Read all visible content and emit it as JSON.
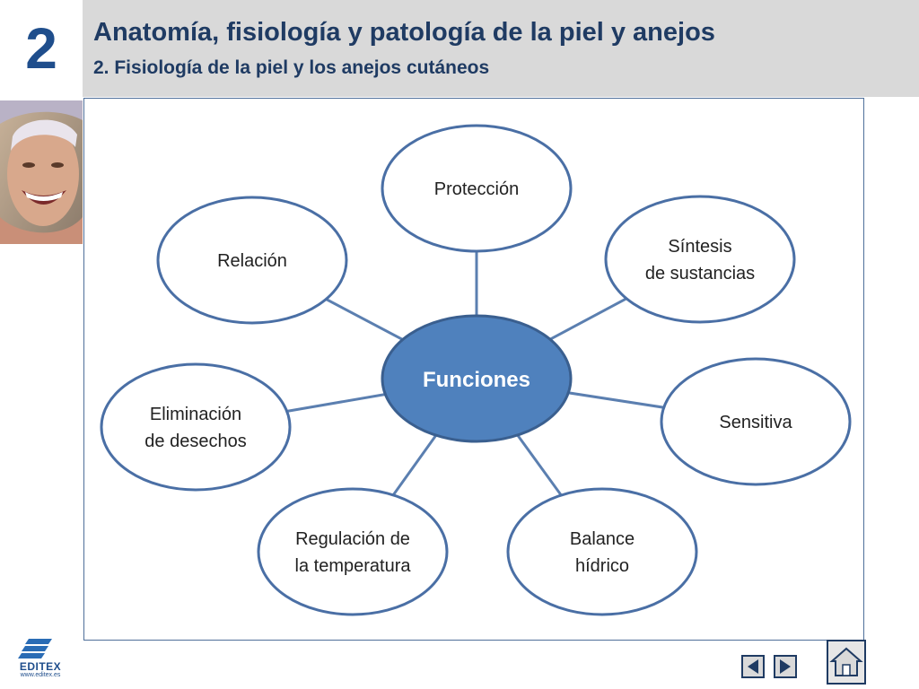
{
  "header": {
    "chapter_number": "2",
    "title": "Anatomía, fisiología y patología de la piel y anejos",
    "subtitle": "2. Fisiología de la piel y los anejos cutáneos"
  },
  "diagram": {
    "center": "Funciones",
    "nodes": [
      {
        "id": "proteccion",
        "lines": [
          "Protección"
        ]
      },
      {
        "id": "sintesis",
        "lines": [
          "Síntesis",
          "de sustancias"
        ]
      },
      {
        "id": "sensitiva",
        "lines": [
          "Sensitiva"
        ]
      },
      {
        "id": "balance",
        "lines": [
          "Balance",
          "hídrico"
        ]
      },
      {
        "id": "regulacion",
        "lines": [
          "Regulación de",
          "la temperatura"
        ]
      },
      {
        "id": "eliminacion",
        "lines": [
          "Eliminación",
          "de desechos"
        ]
      },
      {
        "id": "relacion",
        "lines": [
          "Relación"
        ]
      }
    ],
    "colors": {
      "node_border": "#4a6fa5",
      "center_fill": "#4f81bd",
      "center_border": "#3a5f8f",
      "connector": "#5b7fb0"
    }
  },
  "branding": {
    "logo_name": "EDITEX",
    "logo_url": "www.editex.es"
  },
  "icons": {
    "prev": "previous-slide-icon",
    "next": "next-slide-icon",
    "home": "home-icon"
  }
}
